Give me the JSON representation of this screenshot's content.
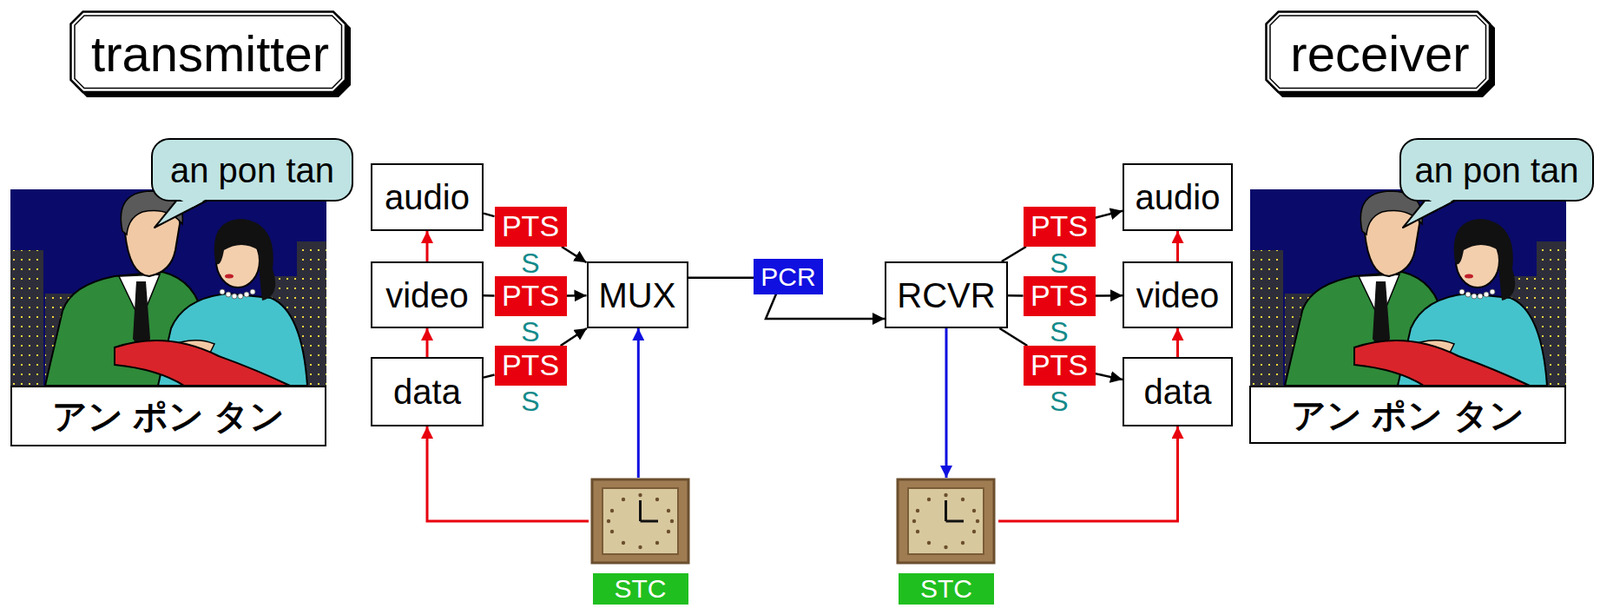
{
  "diagram": {
    "nodes": [
      {
        "text": [
          "transmitter"
        ]
      },
      {
        "text": [
          "receiver"
        ]
      },
      {
        "text": [
          "an pon tan"
        ]
      },
      {
        "text": [
          "アン ポン タン"
        ]
      },
      {
        "text": [
          "audio"
        ]
      },
      {
        "text": [
          "video"
        ]
      },
      {
        "text": [
          "data"
        ]
      },
      {
        "text": [
          "PTS"
        ]
      },
      {
        "text": [
          "PTS"
        ]
      },
      {
        "text": [
          "PTS"
        ]
      },
      {
        "text": [
          "MUX"
        ]
      },
      {
        "text": [
          "PCR"
        ]
      },
      {
        "text": [
          "RCVR"
        ]
      },
      {
        "text": [
          "PTS"
        ]
      },
      {
        "text": [
          "PTS"
        ]
      },
      {
        "text": [
          "PTS"
        ]
      },
      {
        "text": [
          "audio"
        ]
      },
      {
        "text": [
          "video"
        ]
      },
      {
        "text": [
          "data"
        ]
      },
      {
        "text": [
          "an pon tan"
        ]
      },
      {
        "text": [
          "アン ポン タン"
        ]
      },
      {
        "text": [
          "STC"
        ]
      },
      {
        "text": [
          "STC"
        ]
      }
    ],
    "edges": [
      {
        "from": 5,
        "to": 4,
        "arrow": "to"
      },
      {
        "from": 6,
        "to": 5,
        "arrow": "to"
      },
      {
        "from": 4,
        "to": 7,
        "arrow": "none"
      },
      {
        "from": 7,
        "to": 10,
        "arrow": "to"
      },
      {
        "from": 5,
        "to": 8,
        "arrow": "none"
      },
      {
        "from": 8,
        "to": 10,
        "arrow": "to"
      },
      {
        "from": 6,
        "to": 9,
        "arrow": "none"
      },
      {
        "from": 9,
        "to": 10,
        "arrow": "to"
      },
      {
        "from": 21,
        "to": 10,
        "arrow": "to"
      },
      {
        "from": 21,
        "to": 6,
        "arrow": "to"
      },
      {
        "from": 10,
        "to": 11,
        "arrow": "none"
      },
      {
        "from": 11,
        "to": 12,
        "arrow": "to"
      },
      {
        "from": 12,
        "to": 22,
        "arrow": "to"
      },
      {
        "from": 12,
        "to": 13,
        "arrow": "none"
      },
      {
        "from": 13,
        "to": 16,
        "arrow": "to"
      },
      {
        "from": 12,
        "to": 14,
        "arrow": "none"
      },
      {
        "from": 14,
        "to": 17,
        "arrow": "to"
      },
      {
        "from": 12,
        "to": 15,
        "arrow": "none"
      },
      {
        "from": 15,
        "to": 18,
        "arrow": "to"
      },
      {
        "from": 22,
        "to": 18,
        "arrow": "to"
      },
      {
        "from": 17,
        "to": 16,
        "arrow": "to"
      },
      {
        "from": 18,
        "to": 17,
        "arrow": "to"
      }
    ],
    "labels": [
      "S",
      "S",
      "S",
      "S",
      "S",
      "S"
    ]
  }
}
